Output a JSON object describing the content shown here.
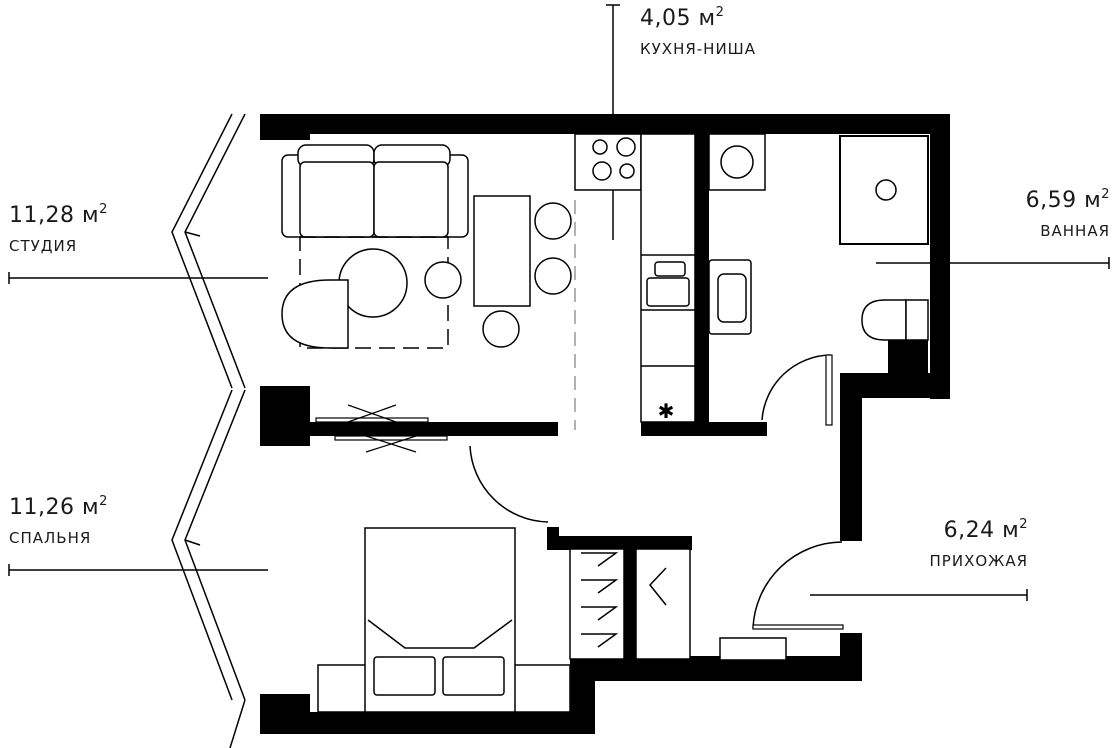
{
  "rooms": [
    {
      "id": "kitchen",
      "area": "4,05",
      "unit": "м",
      "unit_sup": "2",
      "name": "КУХНЯ-НИША"
    },
    {
      "id": "studio",
      "area": "11,28",
      "unit": "м",
      "unit_sup": "2",
      "name": "СТУДИЯ"
    },
    {
      "id": "bathroom",
      "area": "6,59",
      "unit": "м",
      "unit_sup": "2",
      "name": "ВАННАЯ"
    },
    {
      "id": "bedroom",
      "area": "11,26",
      "unit": "м",
      "unit_sup": "2",
      "name": "СПАЛЬНЯ"
    },
    {
      "id": "hallway",
      "area": "6,24",
      "unit": "м",
      "unit_sup": "2",
      "name": "ПРИХОЖАЯ"
    }
  ],
  "colors": {
    "wall": "#000000",
    "line": "#000000",
    "background": "#ffffff",
    "text": "#1a1a1a",
    "dashed": "#999999"
  },
  "icons": [
    "sofa-icon",
    "armchair-icon",
    "coffee-table-icon",
    "dining-table-icon",
    "chair-icon",
    "stove-icon",
    "kitchen-sink-icon",
    "washing-machine-icon",
    "bathroom-sink-icon",
    "shower-icon",
    "toilet-icon",
    "bed-icon",
    "wardrobe-icon",
    "door-icon",
    "window-icon"
  ]
}
